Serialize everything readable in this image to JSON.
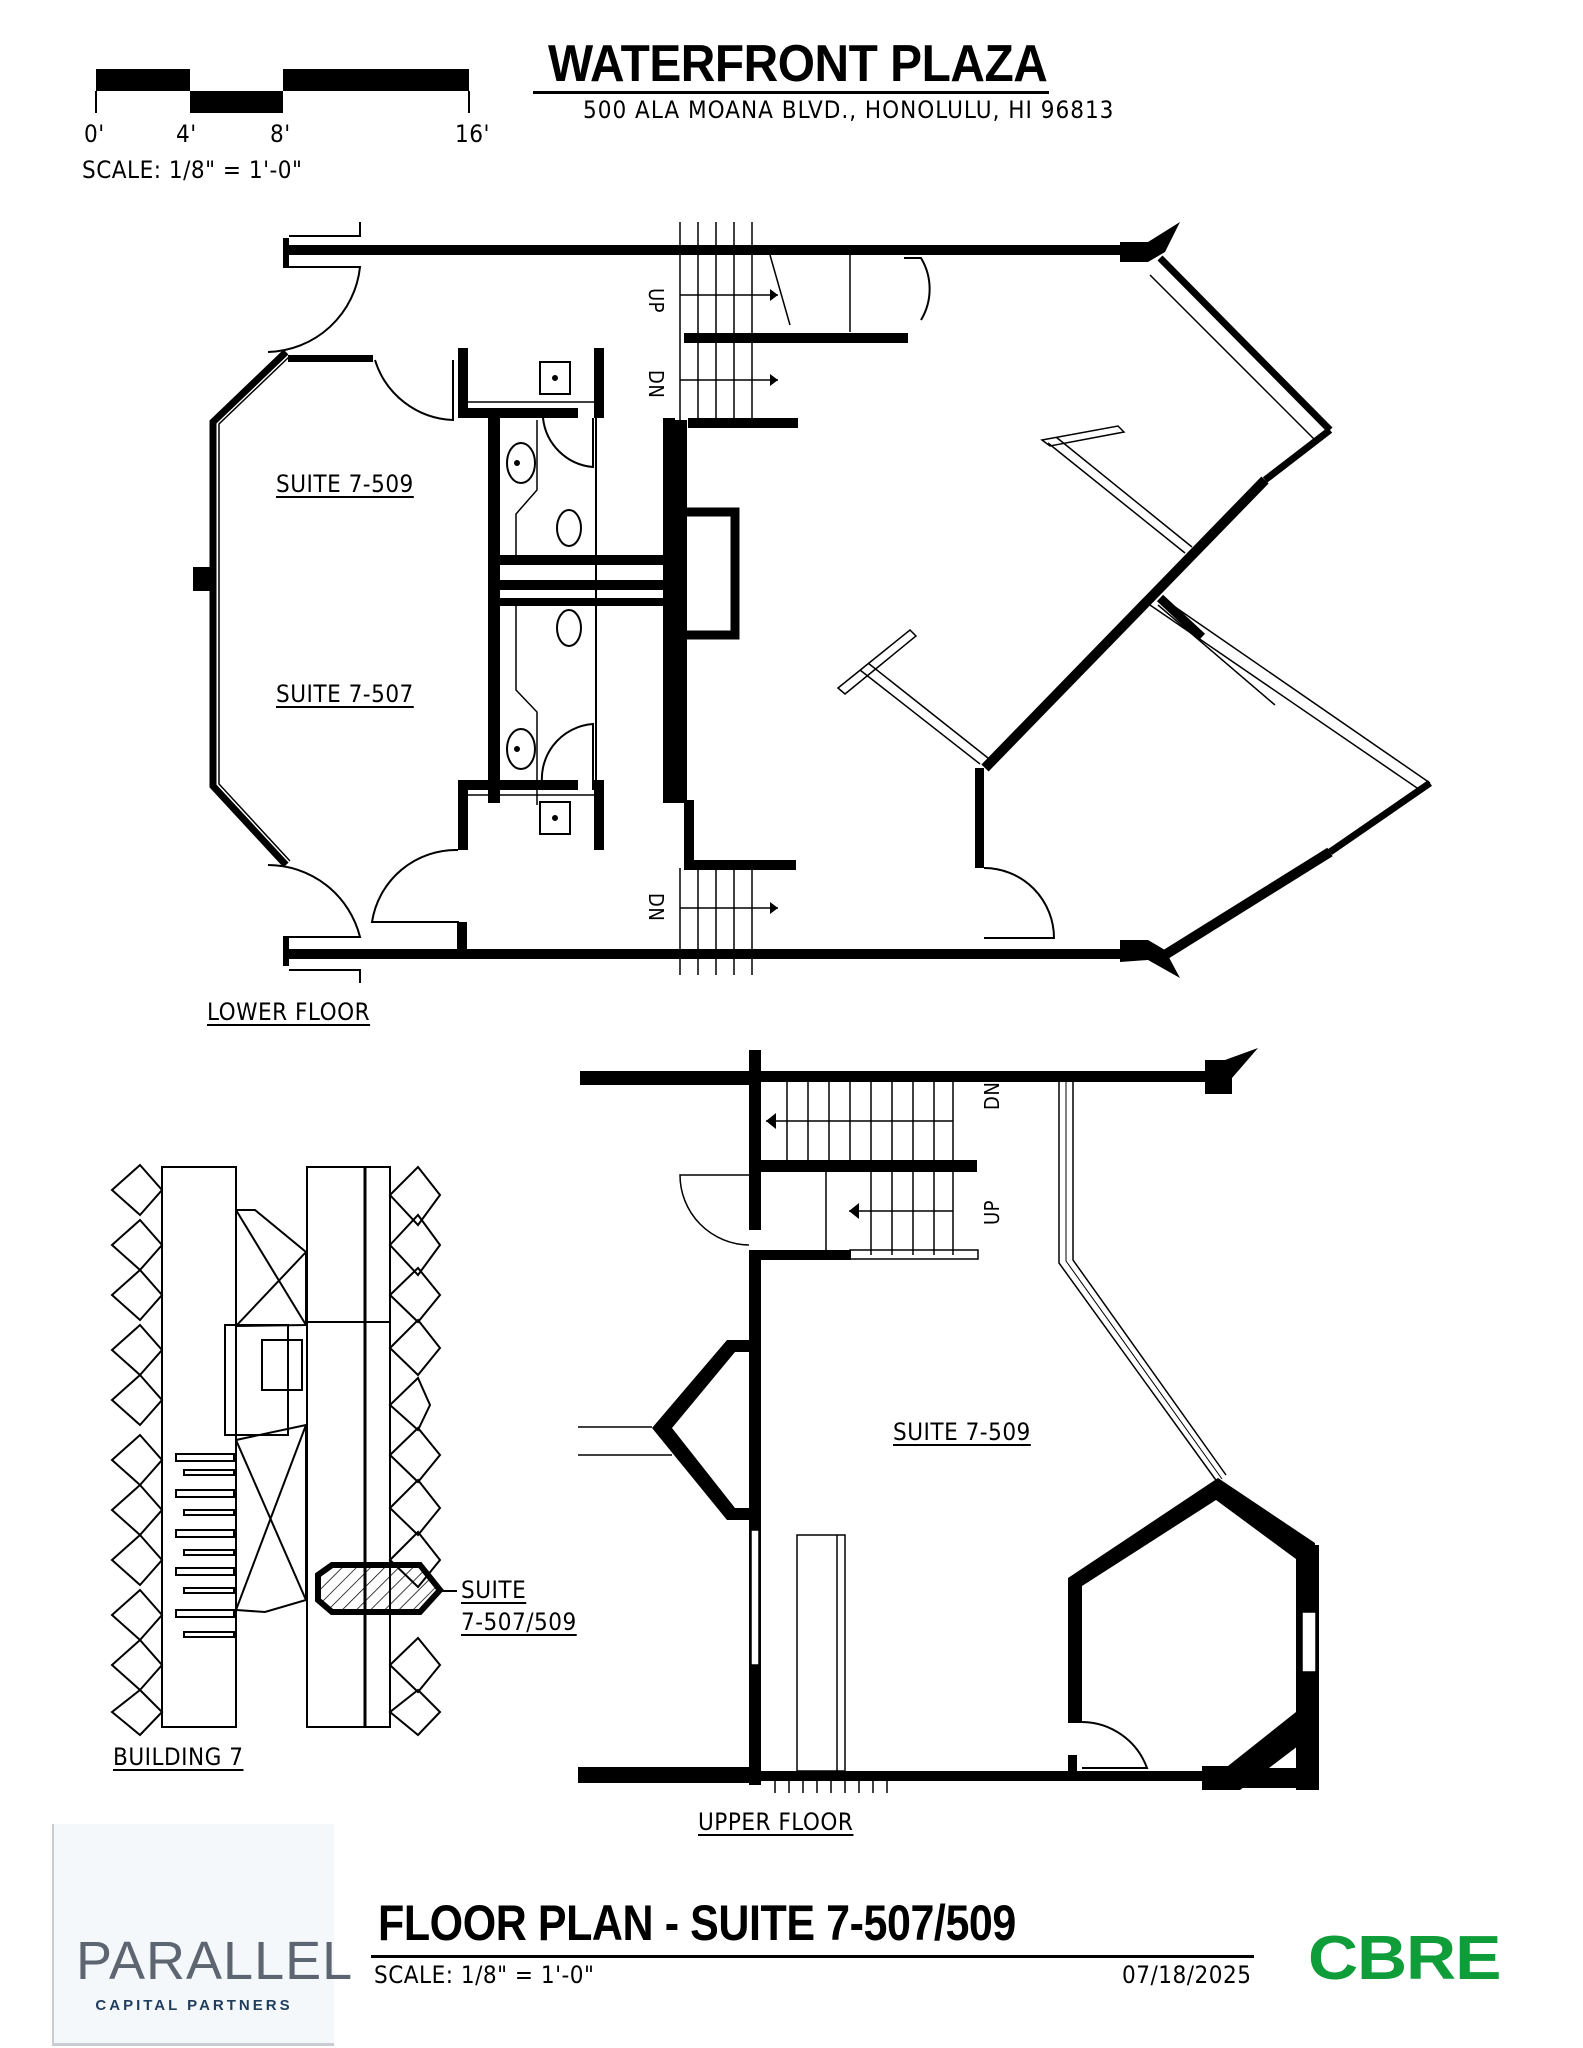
{
  "header": {
    "title": "WATERFRONT PLAZA",
    "address": "500 ALA MOANA BLVD., HONOLULU, HI 96813"
  },
  "scale_bar": {
    "ticks": [
      "0'",
      "4'",
      "8'",
      "16'"
    ],
    "scale_text": "SCALE:  1/8\" = 1'-0\""
  },
  "lower_floor": {
    "label": "LOWER FLOOR",
    "rooms": [
      "SUITE 7-509",
      "SUITE 7-507"
    ],
    "stair_labels": [
      "UP",
      "DN",
      "DN"
    ]
  },
  "upper_floor": {
    "label": "UPPER FLOOR",
    "rooms": [
      "SUITE 7-509"
    ],
    "stair_labels": [
      "DN",
      "UP"
    ]
  },
  "key_plan": {
    "label": "BUILDING 7",
    "callout_line1": "SUITE",
    "callout_line2": "7-507/509"
  },
  "footer": {
    "title": "FLOOR PLAN - SUITE 7-507/509",
    "scale_text": "SCALE:  1/8\" = 1'-0\"",
    "date": "07/18/2025"
  },
  "logos": {
    "parallel_word": "PARALLEL",
    "parallel_sub": "CAPITAL PARTNERS",
    "cbre": "CBRE"
  },
  "colors": {
    "parallel_gray": "#5d6670",
    "parallel_navy": "#1f3d5c",
    "parallel_blue": "#1e5a8a",
    "cbre_green": "#0f9d3a"
  }
}
